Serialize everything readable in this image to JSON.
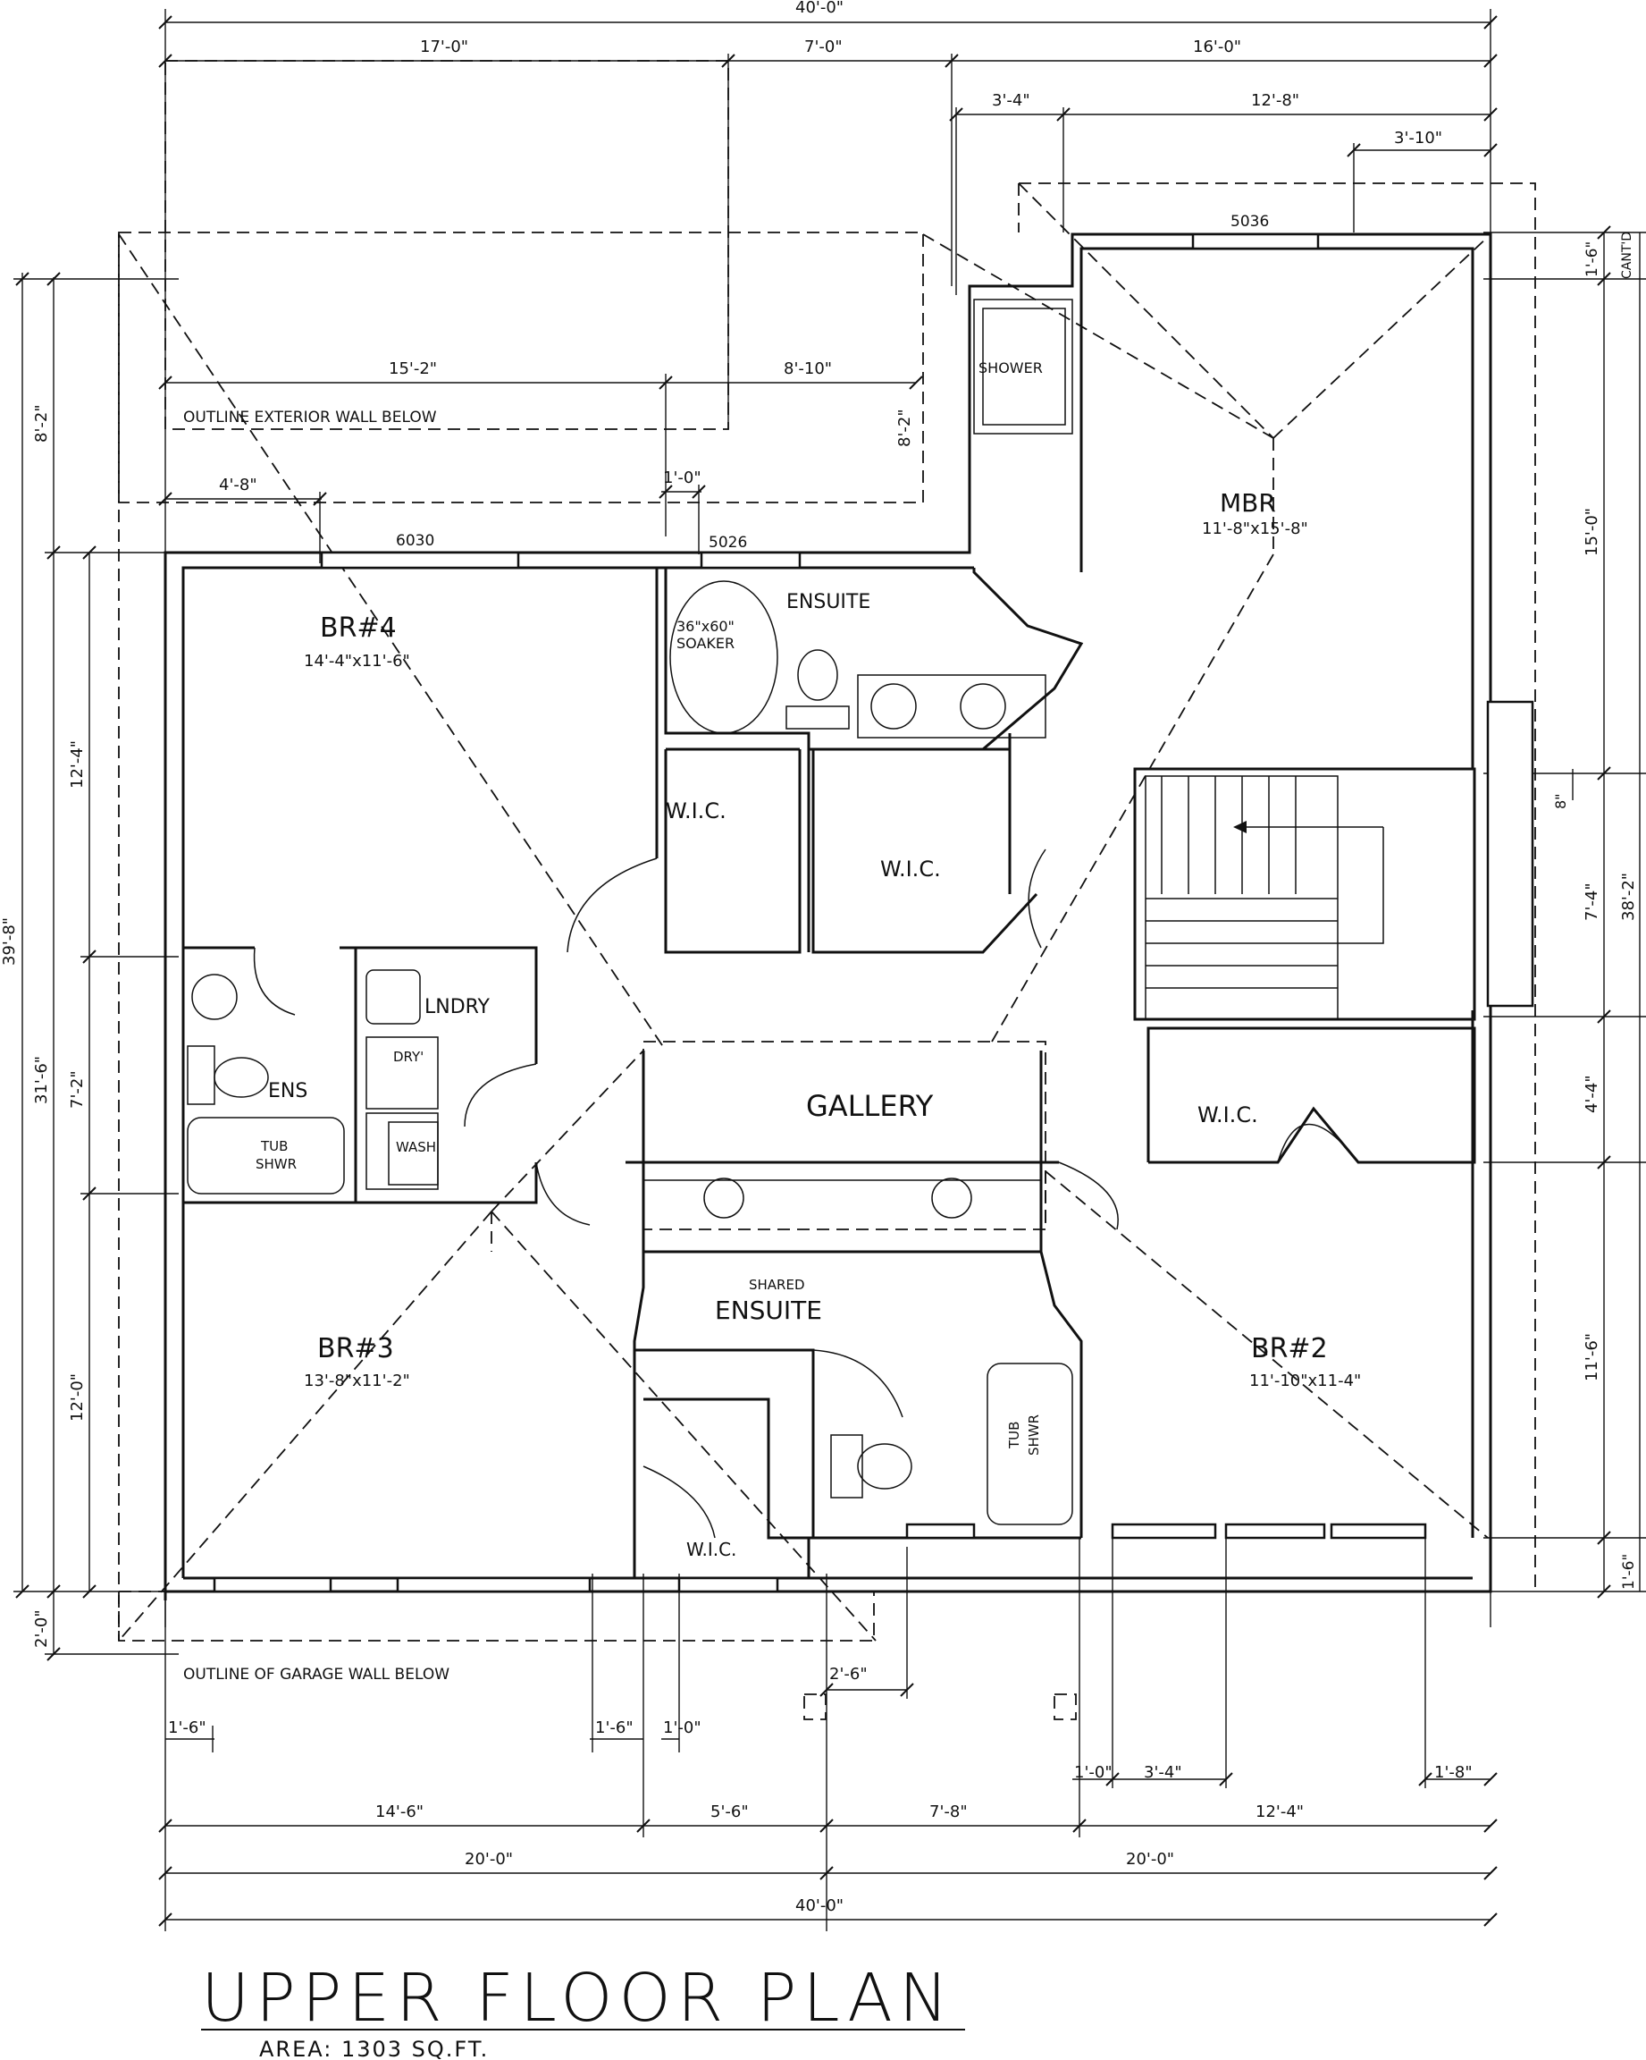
{
  "title": "UPPER FLOOR PLAN",
  "area": "AREA: 1303 SQ.FT.",
  "rooms": {
    "mbr": {
      "name": "MBR",
      "size": "11'-8\"x15'-8\""
    },
    "br4": {
      "name": "BR#4",
      "size": "14'-4\"x11'-6\""
    },
    "br3": {
      "name": "BR#3",
      "size": "13'-8\"x11'-2\""
    },
    "br2": {
      "name": "BR#2",
      "size": "11'-10\"x11-4\""
    },
    "ensuite": "ENSUITE",
    "soaker_1": "36\"x60\"",
    "soaker_2": "SOAKER",
    "shower": "SHOWER",
    "wic_1": "W.I.C.",
    "wic_2": "W.I.C.",
    "wic_3": "W.I.C.",
    "wic_4": "W.I.C.",
    "lndry": "LNDRY",
    "dryer": "DRY'",
    "wash": "WASH",
    "ens": "ENS",
    "tub_1": "TUB",
    "shwr_1": "SHWR",
    "tub_2": "TUB",
    "shwr_2": "SHWR",
    "gallery": "GALLERY",
    "shared": "SHARED",
    "shared_ensuite": "ENSUITE"
  },
  "notes": {
    "outline_ext": "OUTLINE EXTERIOR WALL BELOW",
    "outline_garage": "OUTLINE OF GARAGE WALL BELOW",
    "cantd": "CANT'D"
  },
  "windows": {
    "w5036_top": "5036",
    "w6030": "6030",
    "w5026": "5026"
  },
  "dims_top": {
    "overall": "40'-0\"",
    "d17": "17'-0\"",
    "d7": "7'-0\"",
    "d16": "16'-0\"",
    "d3_4": "3'-4\"",
    "d12_8": "12'-8\"",
    "d3_10": "3'-10\"",
    "d15_2": "15'-2\"",
    "d8_10": "8'-10\"",
    "d8_2_inner": "8'-2\"",
    "d4_8": "4'-8\"",
    "d1_0": "1'-0\""
  },
  "dims_left": {
    "overall": "39'-8\"",
    "d8_2": "8'-2\"",
    "d31_6": "31'-6\"",
    "d2_0": "2'-0\"",
    "d12_4": "12'-4\"",
    "d7_2": "7'-2\"",
    "d12_0": "12'-0\""
  },
  "dims_right": {
    "d1_6_top": "1'-6\"",
    "d15_0": "15'-0\"",
    "d38_2": "38'-2\"",
    "d7_4": "7'-4\"",
    "d8": "8\"",
    "d4_4": "4'-4\"",
    "d11_6": "11'-6\"",
    "d1_6_bot": "1'-6\""
  },
  "dims_bottom": {
    "d2_6": "2'-6\"",
    "d1_6_a": "1'-6\"",
    "d1_6_b": "1'-6\"",
    "d1_0_a": "1'-0\"",
    "d1_0_b": "1'-0\"",
    "d3_4": "3'-4\"",
    "d1_8": "1'-8\"",
    "d14_6": "14'-6\"",
    "d5_6": "5'-6\"",
    "d7_8": "7'-8\"",
    "d12_4": "12'-4\"",
    "d20_a": "20'-0\"",
    "d20_b": "20'-0\"",
    "overall": "40'-0\""
  }
}
